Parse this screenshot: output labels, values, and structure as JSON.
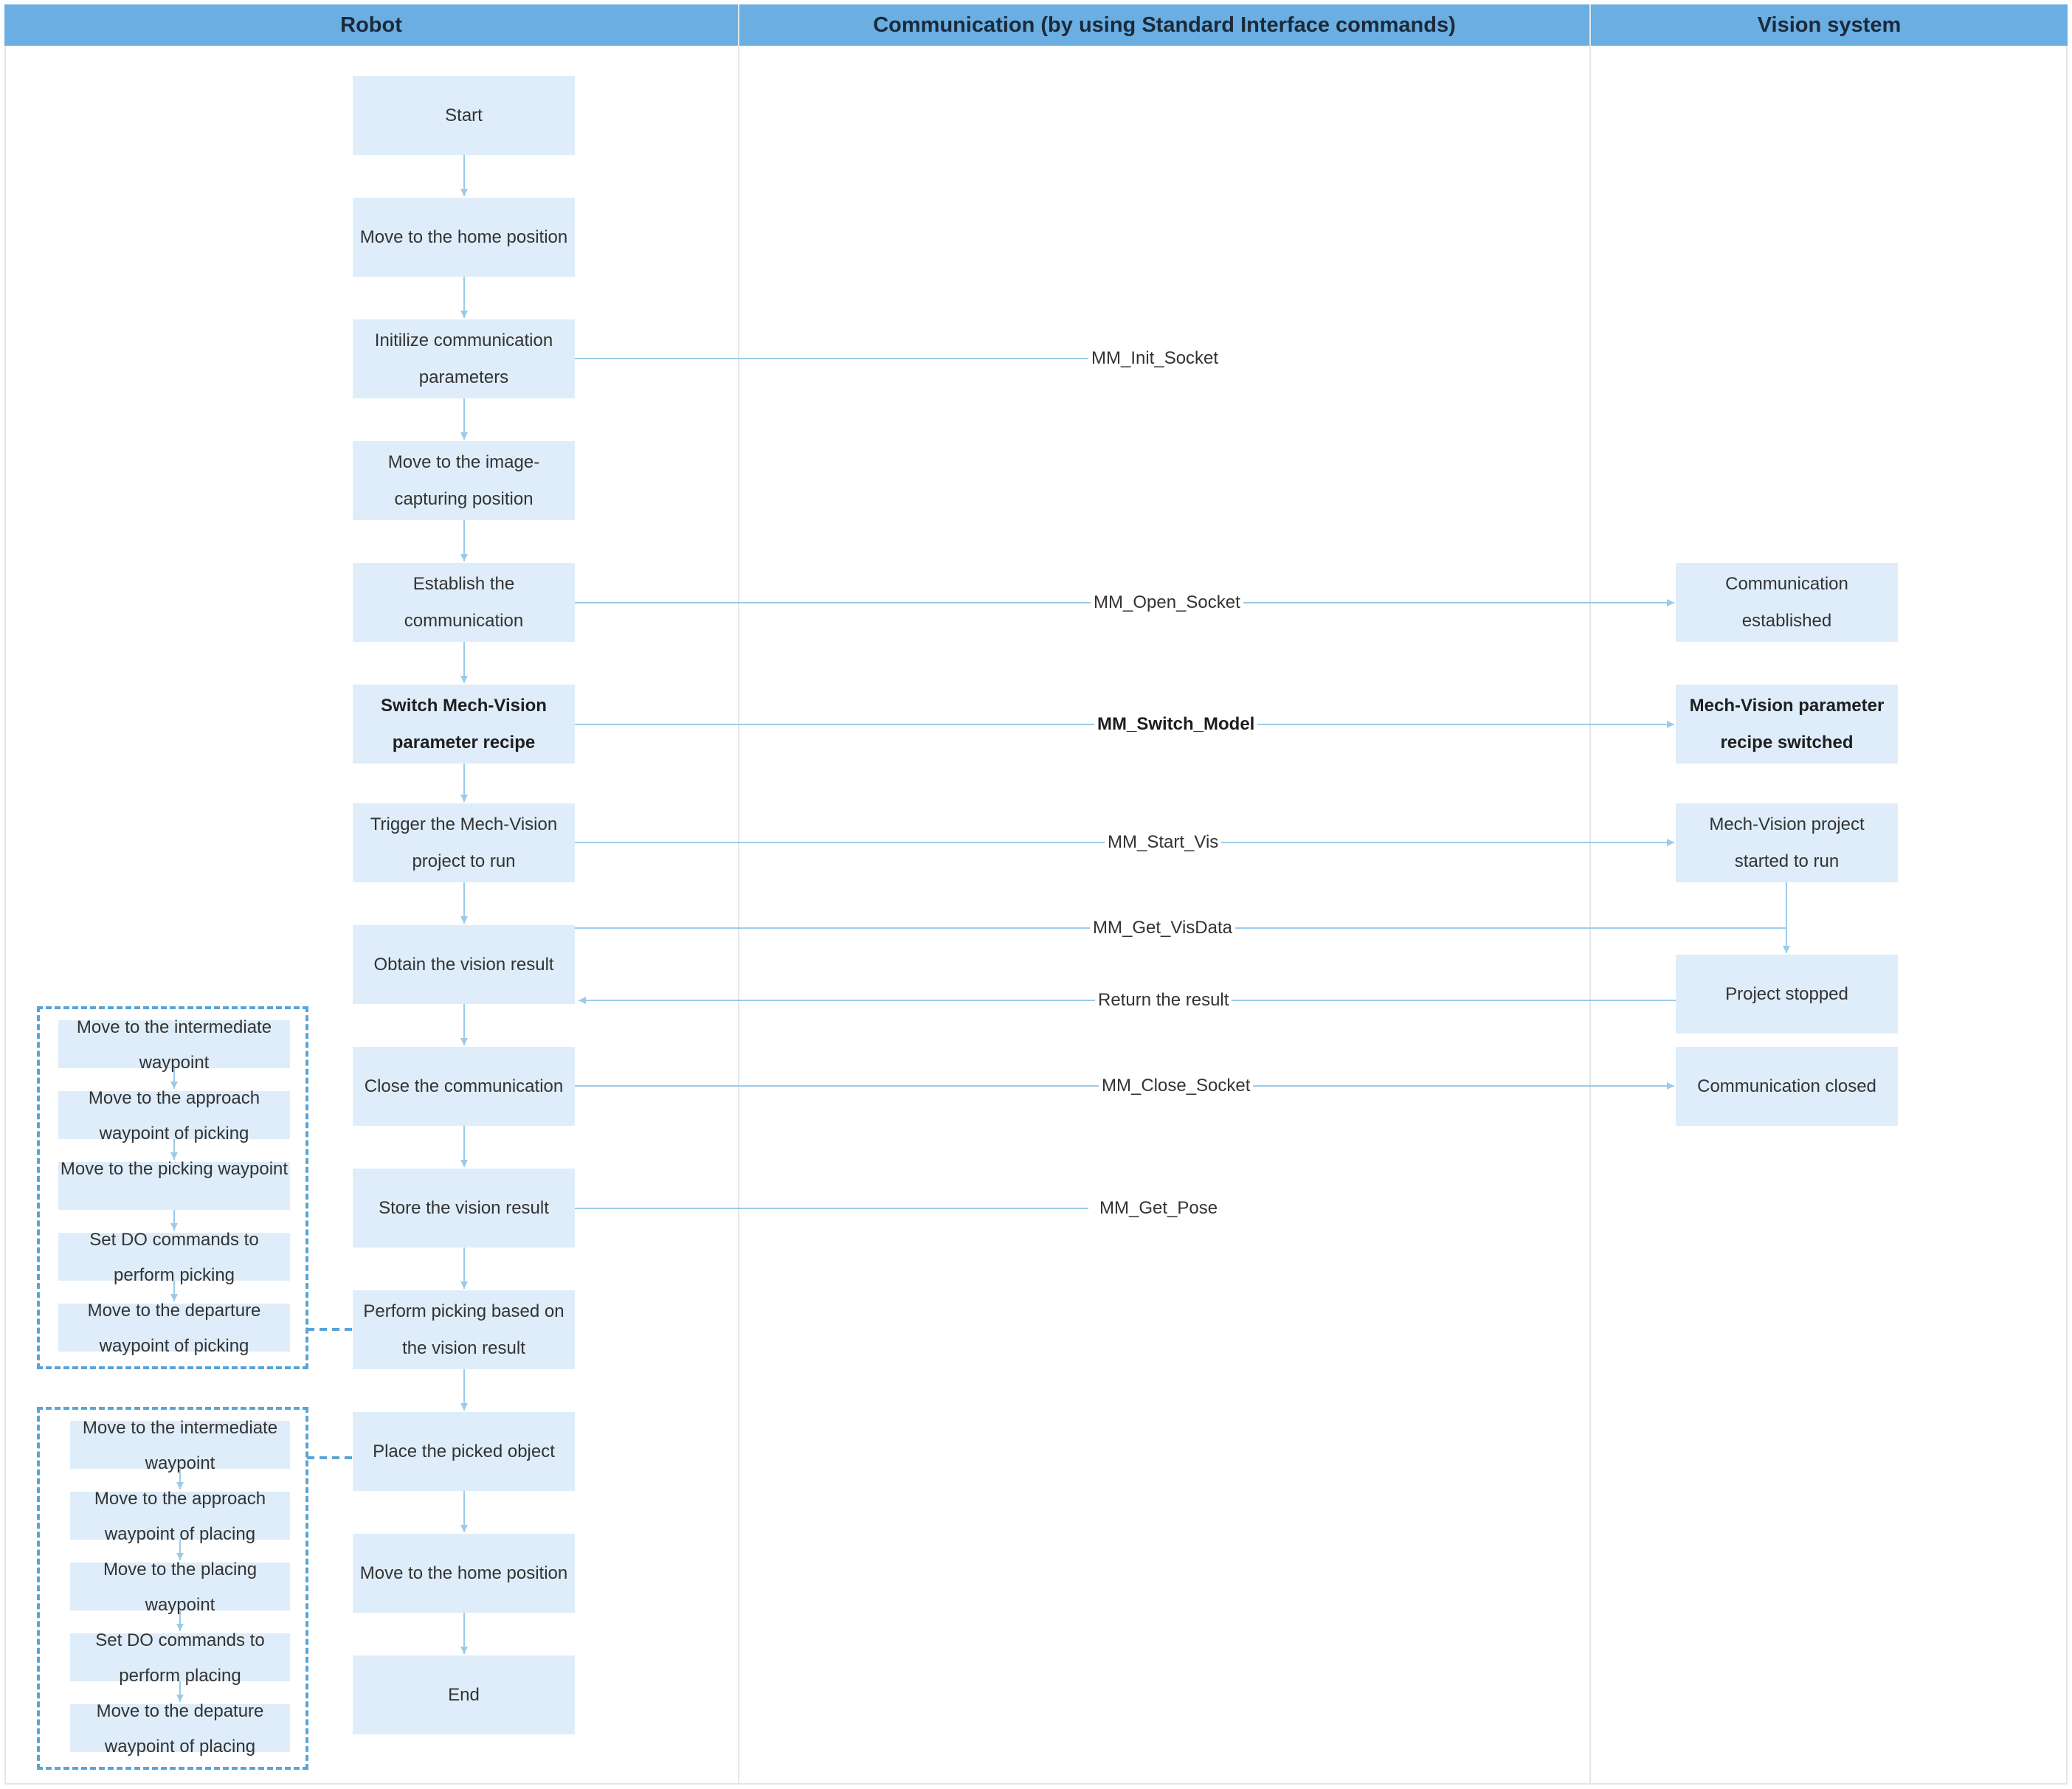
{
  "lanes": {
    "robot": "Robot",
    "communication": "Communication (by using Standard Interface commands)",
    "vision": "Vision system"
  },
  "robot_steps": {
    "start": "Start",
    "home1": "Move to the home position",
    "init": "Initilize communication parameters",
    "capture": "Move to the image-capturing position",
    "establish": "Establish the communication",
    "switch": "Switch Mech-Vision parameter recipe",
    "trigger": "Trigger the Mech-Vision project to run",
    "obtain": "Obtain the vision result",
    "close": "Close the communication",
    "store": "Store the vision result",
    "pick": "Perform picking based on the vision result",
    "place": "Place the picked object",
    "home2": "Move to the home position",
    "end": "End"
  },
  "vision_steps": {
    "established": "Communication established",
    "switched": "Mech-Vision parameter recipe switched",
    "started": "Mech-Vision project started to run",
    "stopped": "Project stopped",
    "closed": "Communication closed"
  },
  "messages": {
    "init_socket": "MM_Init_Socket",
    "open_socket": "MM_Open_Socket",
    "switch_model": "MM_Switch_Model",
    "start_vis": "MM_Start_Vis",
    "get_visdata": "MM_Get_VisData",
    "return_result": "Return the result",
    "close_socket": "MM_Close_Socket",
    "get_pose": "MM_Get_Pose"
  },
  "picking_substeps": [
    "Move to the intermediate waypoint",
    "Move to the approach waypoint of picking",
    "Move to the picking waypoint",
    "Set DO commands to perform picking",
    "Move to the departure waypoint of picking"
  ],
  "placing_substeps": [
    "Move to the intermediate waypoint",
    "Move to the approach waypoint of placing",
    "Move to the placing waypoint",
    "Set DO commands to perform placing",
    "Move to the depature waypoint of placing"
  ],
  "colors": {
    "header": "#6aaee2",
    "box": "#deedf9",
    "arrow": "#9ccbe9",
    "dashed_group": "#5aa4d6"
  }
}
